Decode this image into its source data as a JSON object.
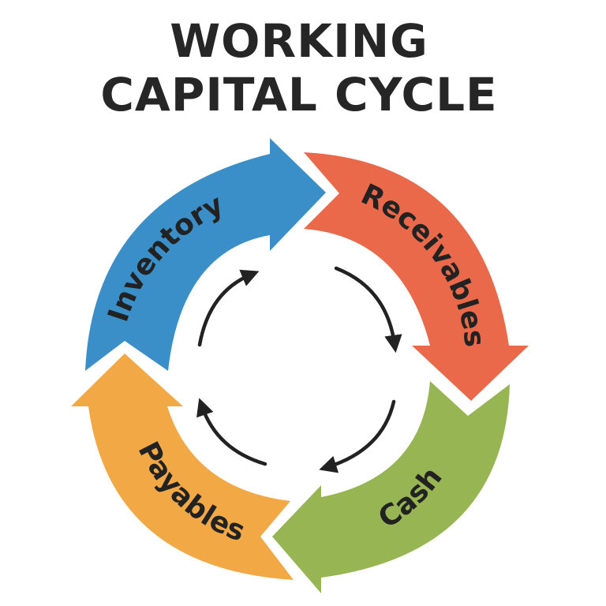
{
  "title": {
    "line1": "WORKING",
    "line2": "CAPITAL CYCLE"
  },
  "stages": [
    {
      "label": "Inventory",
      "color": "#3a8fc9"
    },
    {
      "label": "Receivables",
      "color": "#e9694a"
    },
    {
      "label": "Cash",
      "color": "#97b552"
    },
    {
      "label": "Payables",
      "color": "#f2a945"
    }
  ],
  "inner_arrows": {
    "count": 4,
    "direction": "clockwise",
    "color": "#222222"
  },
  "icons": {
    "outer_arrow": "curved-block-arrow",
    "inner_arrow": "curved-line-arrow"
  }
}
